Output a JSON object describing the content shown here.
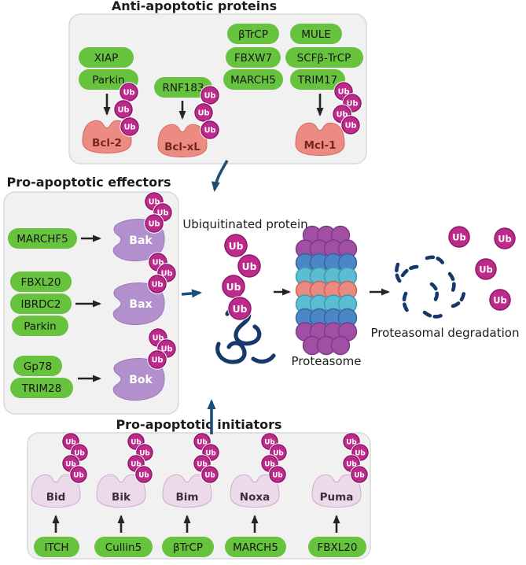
{
  "labels": {
    "ub": "Ub",
    "ubiquitinated_protein": "Ubiquitinated protein",
    "proteasome": "Proteasome",
    "proteasomal_degradation": "Proteasomal degradation"
  },
  "anti": {
    "title": "Anti-apoptotic proteins",
    "pills": [
      "XIAP",
      "Parkin",
      "RNF183",
      "βTrCP",
      "MULE",
      "FBXW7",
      "SCFβ-TrCP",
      "MARCH5",
      "TRIM17"
    ],
    "targets": [
      "Bcl-2",
      "Bcl-xL",
      "Mcl-1"
    ]
  },
  "effectors": {
    "title": "Pro-apoptotic effectors",
    "pills": [
      "MARCHF5",
      "FBXL20",
      "IBRDC2",
      "Parkin",
      "Gp78",
      "TRIM28"
    ],
    "targets": [
      "Bak",
      "Bax",
      "Bok"
    ]
  },
  "initiators": {
    "title": "Pro-apoptotic initiators",
    "targets": [
      "Bid",
      "Bik",
      "Bim",
      "Noxa",
      "Puma"
    ],
    "pills": [
      "ITCH",
      "Cullin5",
      "βTrCP",
      "MARCH5",
      "FBXL20"
    ]
  },
  "colors": {
    "green_pill": "#67c23d",
    "pill_text": "#161616",
    "ub_fill": "#bd2a8b",
    "ub_border": "#8c1c68",
    "anti_protein": "#ec8b82",
    "anti_border": "#d96a60",
    "anti_text": "#73261f",
    "effector_protein": "#b290ce",
    "effector_border": "#9a75ba",
    "initiator_protein": "#ecd9ea",
    "initiator_border": "#cfadca",
    "initiator_text": "#3c2e3c",
    "panel_bg": "#f1f1f2",
    "panel_border": "#d9d9dc",
    "navy": "#1d4e78",
    "black_arrow": "#242424",
    "squiggle": "#17386b",
    "pt_purple": "#a04fa4",
    "pt_blue": "#4b86c6",
    "pt_teal": "#5abdd3",
    "pt_salmon": "#ea8a80"
  }
}
